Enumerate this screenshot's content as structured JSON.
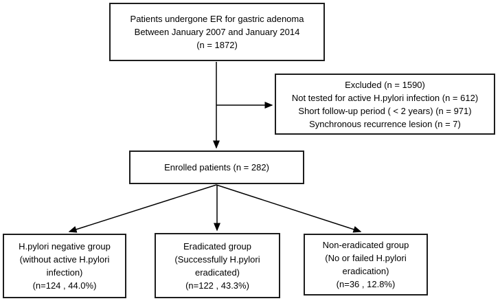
{
  "diagram": {
    "type": "flowchart",
    "background_color": "#ffffff",
    "box_border_color": "#1c1c1c",
    "arrow_color": "#000000",
    "text_color": "#000000"
  },
  "nodes": {
    "source": {
      "lines": [
        "Patients undergone ER for gastric adenoma",
        "Between January 2007 and January 2014",
        "(n = 1872)"
      ]
    },
    "excluded": {
      "lines": [
        "Excluded (n = 1590)",
        "Not tested for active H.pylori infection (n = 612)",
        "Short follow-up period ( < 2 years) (n = 971)",
        "Synchronous recurrence lesion (n = 7)"
      ]
    },
    "enrolled": {
      "lines": [
        "Enrolled patients (n = 282)"
      ]
    },
    "hp_negative": {
      "lines": [
        "H.pylori negative group",
        "(without active H.pylori",
        "infection)",
        "(n=124 , 44.0%)"
      ]
    },
    "eradicated": {
      "lines": [
        "Eradicated group",
        "(Successfully H.pylori",
        "eradicated)",
        "(n=122 , 43.3%)"
      ]
    },
    "non_eradicated": {
      "lines": [
        "Non-eradicated group",
        "(No or failed H.pylori",
        "eradication)",
        "(n=36 , 12.8%)"
      ]
    }
  }
}
